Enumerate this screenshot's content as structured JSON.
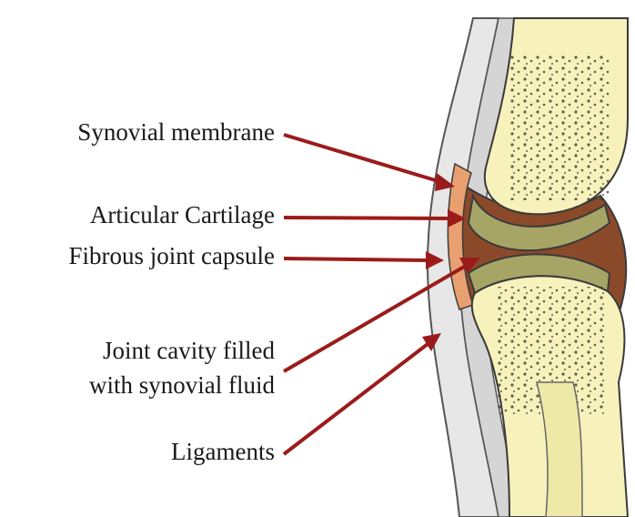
{
  "labels": {
    "synovial_membrane": "Synovial membrane",
    "articular_cartilage": "Articular Cartilage",
    "fibrous_joint_capsule": "Fibrous joint capsule",
    "joint_cavity_line1": "Joint cavity filled",
    "joint_cavity_line2": "with synovial fluid",
    "ligaments": "Ligaments"
  },
  "colors": {
    "arrow": "#9b1b1b",
    "bone": "#f7f2bc",
    "cartilage": "#a7a566",
    "membrane": "#e9a070",
    "cavity": "#8a4a2a",
    "outline": "#3a3a3a"
  }
}
